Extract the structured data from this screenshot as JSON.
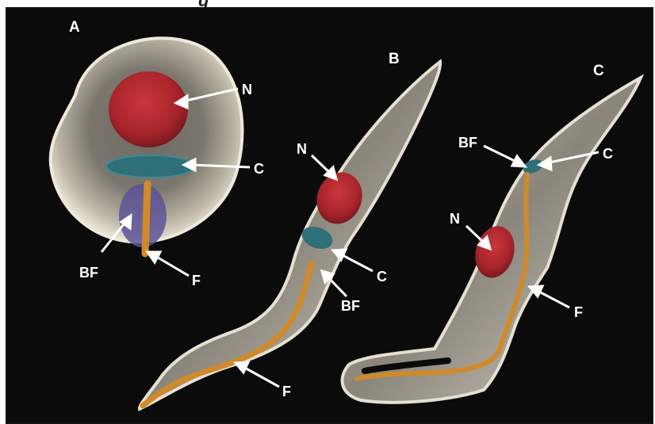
{
  "caption_fragment": "g",
  "panels": {
    "a": {
      "letter": "A",
      "labels": {
        "n": "N",
        "c": "C",
        "bf": "BF",
        "f": "F"
      }
    },
    "b": {
      "letter": "B",
      "labels": {
        "n": "N",
        "c": "C",
        "bf": "BF",
        "f": "F"
      }
    },
    "c": {
      "letter": "C",
      "labels": {
        "n": "N",
        "c": "C",
        "bf": "BF",
        "f": "F"
      }
    }
  },
  "colors": {
    "background": "#0b0b0b",
    "nucleus": "#b52a30",
    "kinetoplast": "#2f6f78",
    "flagellum": "#d08a2a",
    "flagellar_pocket": "#6b5fa6",
    "cell_body": "#d9d4c9"
  }
}
